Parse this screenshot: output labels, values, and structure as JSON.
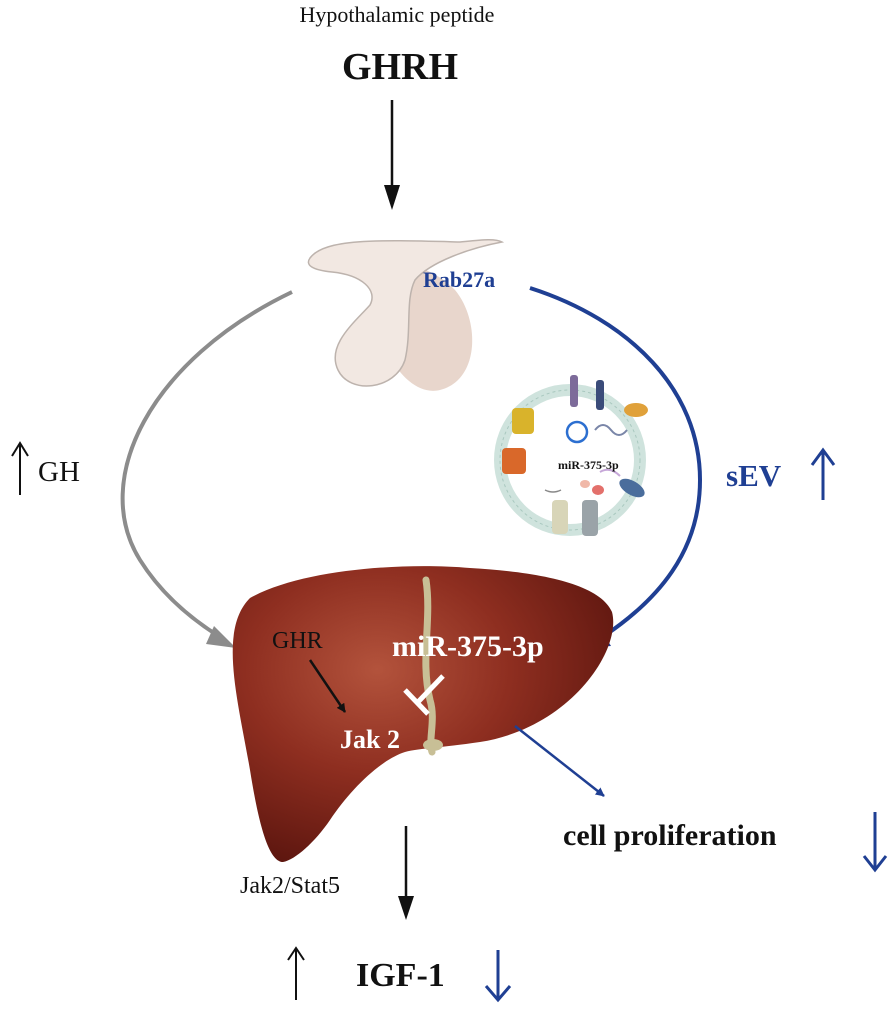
{
  "header": {
    "subtitle": "Hypothalamic peptide",
    "title": "GHRH"
  },
  "labels": {
    "rab27a": "Rab27a",
    "gh": "GH",
    "sev": "sEV",
    "vesicle_mirna": "miR-375-3p",
    "ghr": "GHR",
    "mirna": "miR-375-3p",
    "jak2": "Jak 2",
    "cell_proliferation": "cell proliferation",
    "jak2_stat5": "Jak2/Stat5",
    "igf1": "IGF-1"
  },
  "colors": {
    "blue": "#1f3f93",
    "gray_arrow": "#8c8c8c",
    "liver": "#8a2a1e",
    "pituitary": "#efe4dc",
    "membrane": "#cfe3dd"
  },
  "icons": {
    "up_arrow": "arrow-up",
    "down_arrow": "arrow-down"
  }
}
